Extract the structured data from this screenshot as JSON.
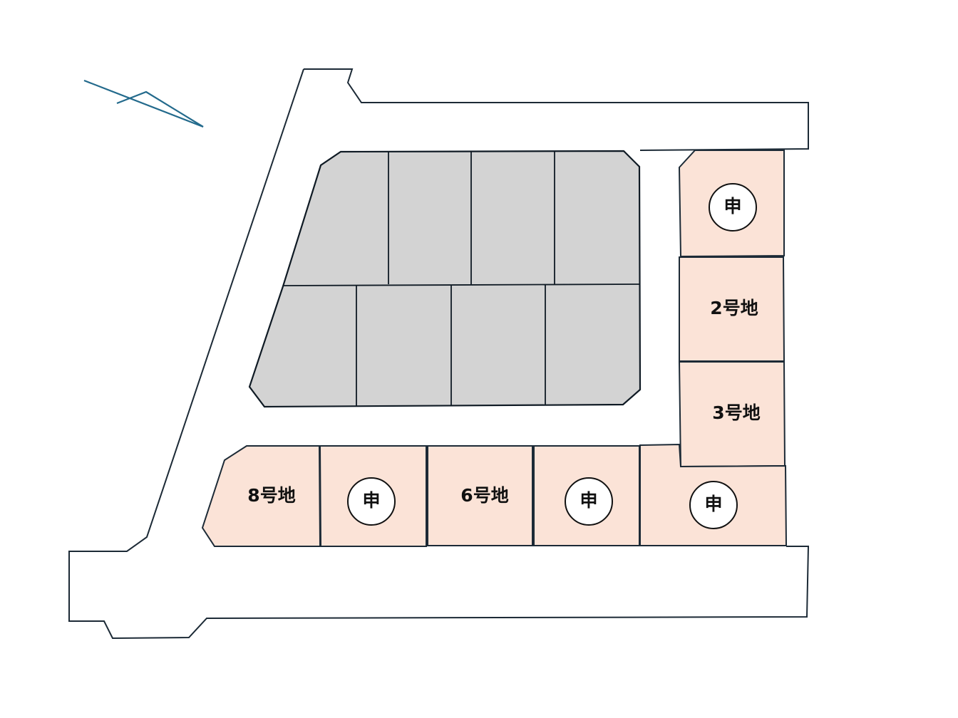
{
  "title": "区画図",
  "lots": [
    {
      "id": 1,
      "label": "申",
      "status": "applied"
    },
    {
      "id": 2,
      "label": "2号地",
      "status": "available"
    },
    {
      "id": 3,
      "label": "3号地",
      "status": "available"
    },
    {
      "id": 4,
      "label": "申",
      "status": "applied"
    },
    {
      "id": 5,
      "label": "申",
      "status": "applied"
    },
    {
      "id": 6,
      "label": "6号地",
      "status": "available"
    },
    {
      "id": 7,
      "label": "申",
      "status": "applied"
    },
    {
      "id": 8,
      "label": "8号地",
      "status": "available"
    }
  ],
  "colors": {
    "lot_fill": "#fbe3d7",
    "other_block": "#d3d3d3",
    "north_arrow": "#236a8c"
  }
}
